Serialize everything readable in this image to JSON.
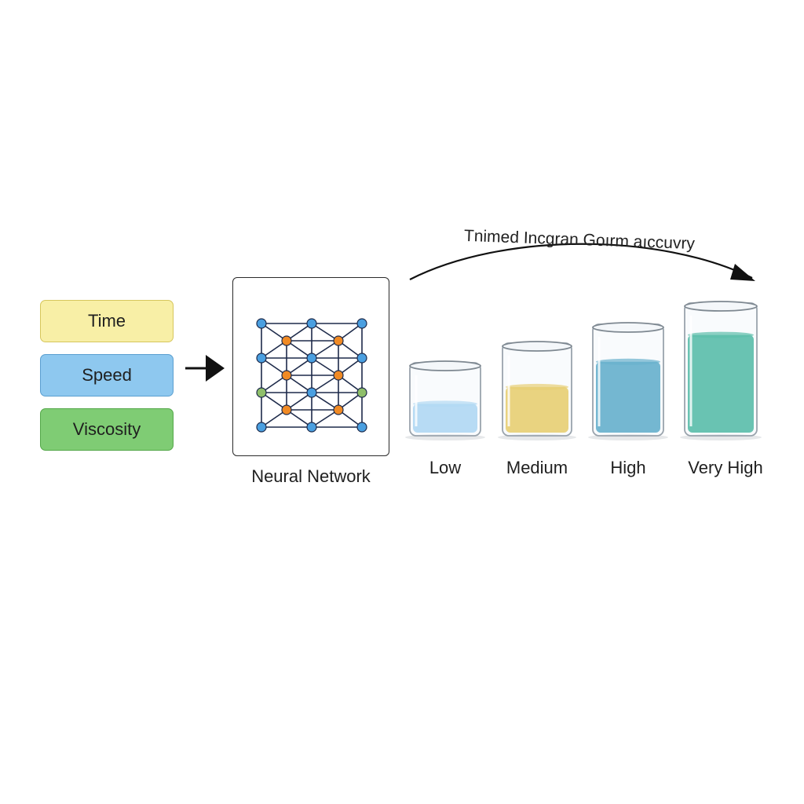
{
  "inputs": [
    {
      "label": "Time",
      "fill": "#f8efa6",
      "border": "#d6c65c"
    },
    {
      "label": "Speed",
      "fill": "#8ec8ef",
      "border": "#5b9fd0"
    },
    {
      "label": "Viscosity",
      "fill": "#7fcc74",
      "border": "#55a84a"
    }
  ],
  "network": {
    "label": "Neural Network",
    "node_colors": [
      "#f08a24",
      "#4a9fe0",
      "#f4c322",
      "#8fbf6a",
      "#8fa9a6"
    ],
    "edge_color": "#1d2a4a"
  },
  "arrow_label": "Tnimed Incgran Goırm aıccuvry",
  "levels": [
    {
      "label": "Low",
      "liquid": "#9fd1f2",
      "fill_level": 0.45
    },
    {
      "label": "Medium",
      "liquid": "#e8c54a",
      "fill_level": 0.55
    },
    {
      "label": "High",
      "liquid": "#3f9cbf",
      "fill_level": 0.7
    },
    {
      "label": "Very High",
      "liquid": "#2fae92",
      "fill_level": 0.8
    }
  ]
}
